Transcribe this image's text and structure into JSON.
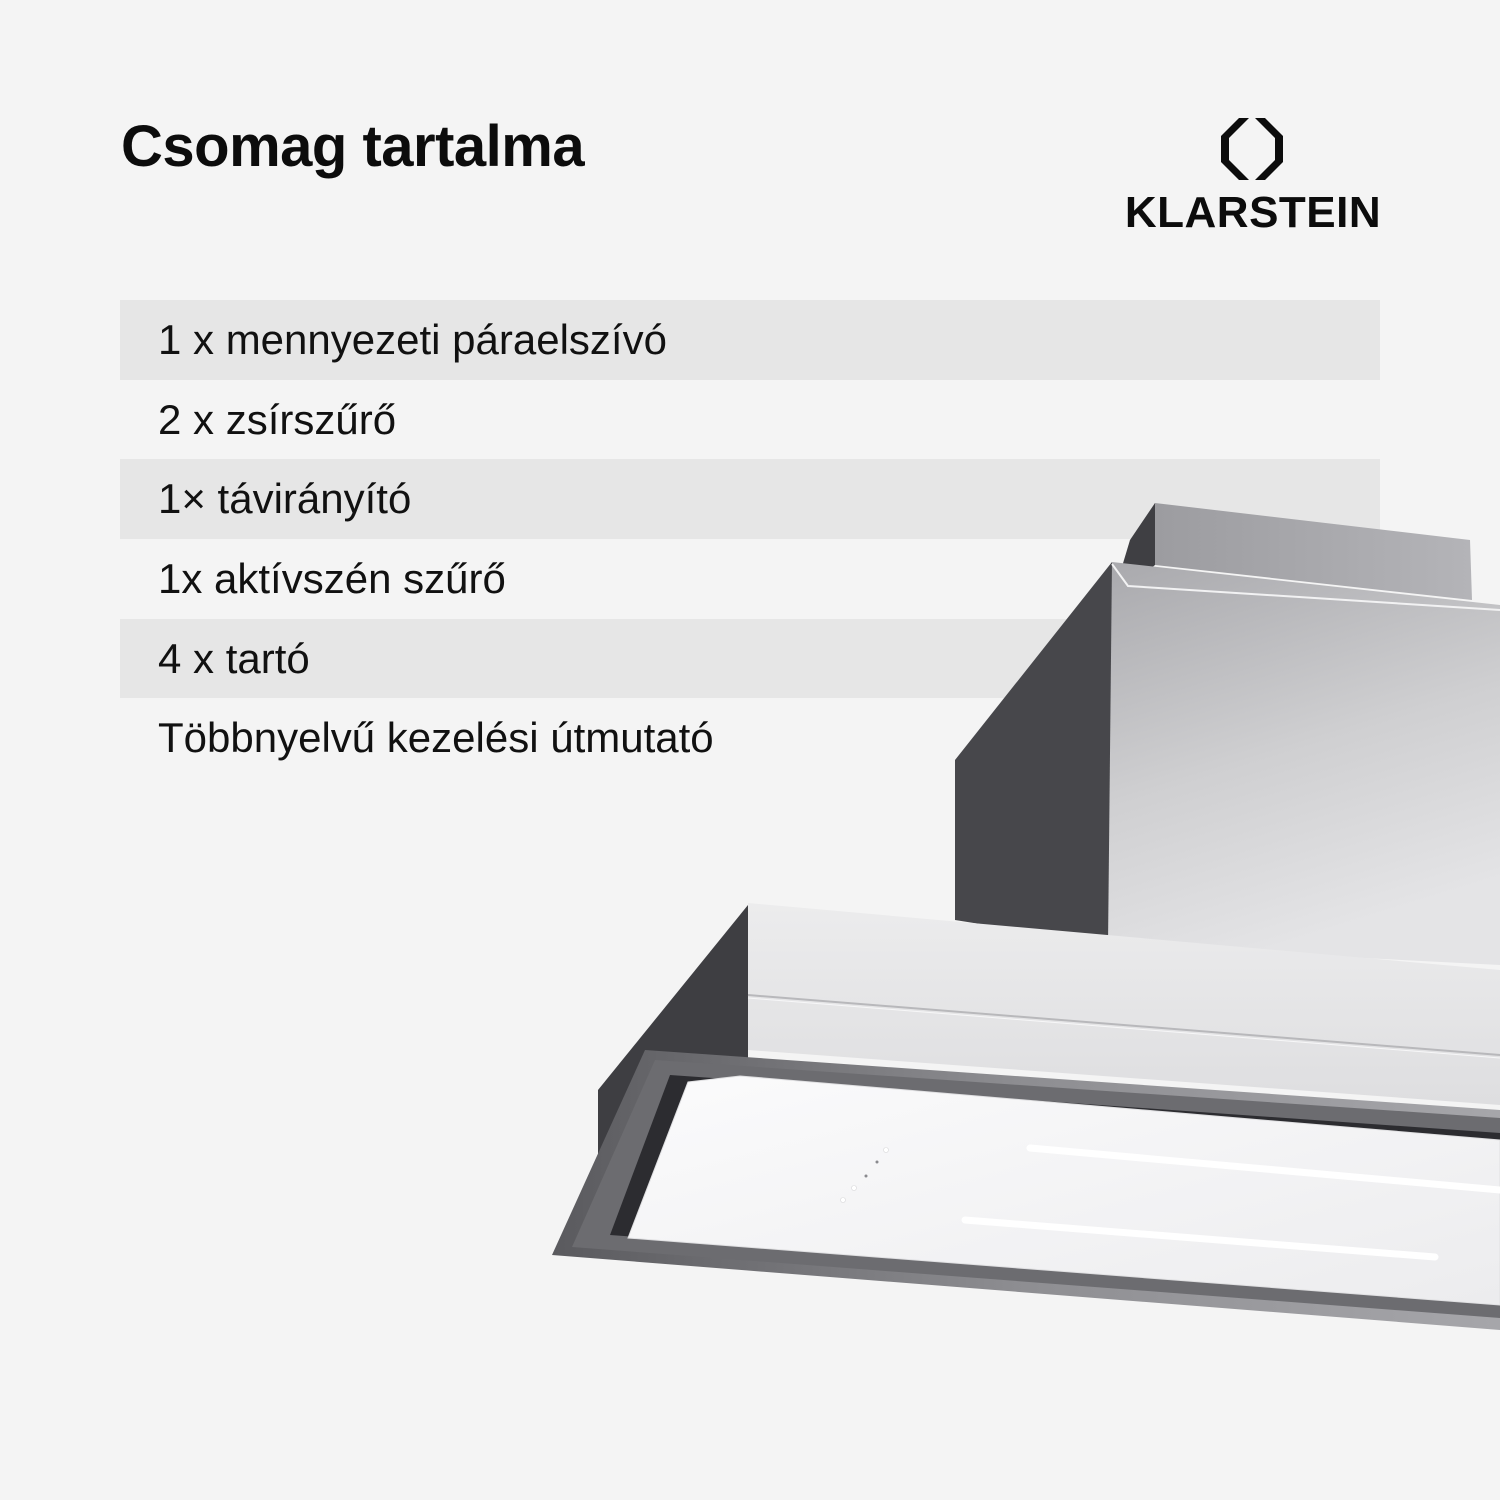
{
  "header": {
    "title": "Csomag tartalma"
  },
  "brand": {
    "name": "KLARSTEIN",
    "logo_icon": "octagon-brand-mark-icon"
  },
  "package_contents": {
    "items": [
      {
        "label": "1 x mennyezeti páraelszívó",
        "shaded": true
      },
      {
        "label": "2 x zsírszűrő",
        "shaded": false
      },
      {
        "label": "1× távirányító",
        "shaded": true
      },
      {
        "label": "1x aktívszén szűrő",
        "shaded": false
      },
      {
        "label": "4 x tartó",
        "shaded": true
      },
      {
        "label": "Többnyelvű kezelési útmutató",
        "shaded": false
      }
    ]
  },
  "product_image": {
    "subject": "ceiling-extractor-hood-illustration",
    "colors": {
      "background": "#f4f4f4",
      "row_shade": "#e6e6e6",
      "dark_side": "#47474b",
      "steel_light": "#e9e9ea",
      "steel_mid": "#b9b9bc",
      "glass_panel": "#f7f7f8",
      "led_strip": "#ffffff"
    }
  }
}
